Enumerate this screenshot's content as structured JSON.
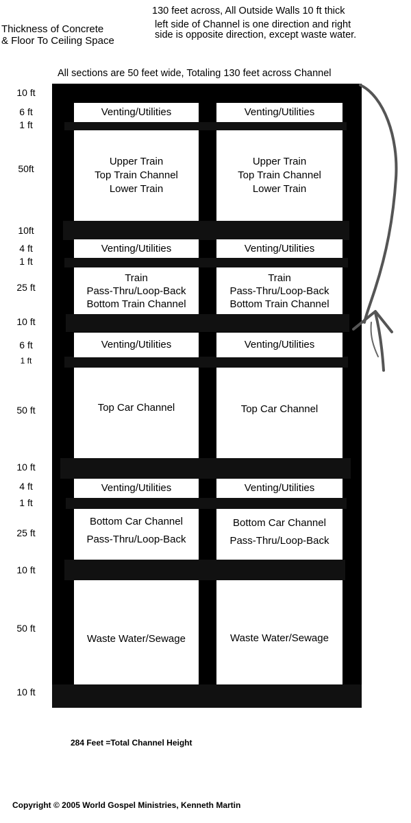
{
  "header": {
    "left_title_1": "Thickness of Concrete",
    "left_title_2": "& Floor To Ceiling Space",
    "right_line_1": "130 feet across, All Outside Walls 10 ft thick",
    "right_line_2": "left side of Channel is one direction and right",
    "right_line_3": "side is opposite direction, except waste water.",
    "width_note": "All sections are 50 feet wide, Totaling 130 feet across Channel"
  },
  "measurements": [
    "10 ft",
    "6 ft",
    "1 ft",
    "50ft",
    "10ft",
    "4 ft",
    "1 ft",
    "25 ft",
    "10 ft",
    "6 ft",
    "1 ft",
    "50 ft",
    "10 ft",
    "4 ft",
    "1 ft",
    "25 ft",
    "10 ft",
    "50 ft",
    "10 ft"
  ],
  "rooms": {
    "vent1_left": "Venting/Utilities",
    "vent1_right": "Venting/Utilities",
    "train1_left": [
      "Upper Train",
      "Top Train Channel",
      "Lower Train"
    ],
    "train1_right": [
      "Upper Train",
      "Top Train Channel",
      "Lower Train"
    ],
    "vent2_left": "Venting/Utilities",
    "vent2_right": "Venting/Utilities",
    "train2_left": [
      "Train",
      "Pass-Thru/Loop-Back",
      "Bottom Train Channel"
    ],
    "train2_right": [
      "Train",
      "Pass-Thru/Loop-Back",
      "Bottom Train Channel"
    ],
    "vent3_left": "Venting/Utilities",
    "vent3_right": "Venting/Utilities",
    "car1_left": "Top Car Channel",
    "car1_right": "Top Car Channel",
    "vent4_left": "Venting/Utilities",
    "vent4_right": "Venting/Utilities",
    "car2_left": [
      "Bottom Car Channel",
      "Pass-Thru/Loop-Back"
    ],
    "car2_right": [
      "Bottom Car Channel",
      "Pass-Thru/Loop-Back"
    ],
    "waste_left": "Waste Water/Sewage",
    "waste_right": "Waste Water/Sewage"
  },
  "footer": {
    "total_height": "284 Feet =Total Channel Height",
    "copyright": "Copyright © 2005 World Gospel Ministries, Kenneth Martin"
  }
}
